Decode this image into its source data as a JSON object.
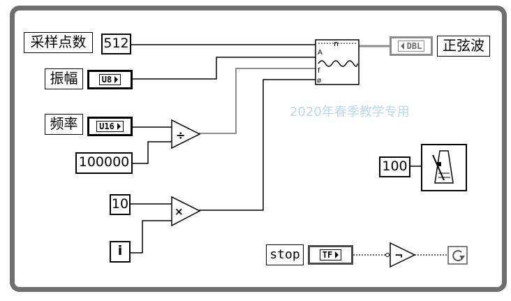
{
  "labels": {
    "samples": "采样点数",
    "amplitude": "振幅",
    "frequency": "频率",
    "sine_wave": "正弦波",
    "stop": "stop"
  },
  "constants": {
    "samples_value": "512",
    "freq_divisor": "100000",
    "multiplier": "10",
    "wait_ms": "100"
  },
  "terminals": {
    "amplitude_type": "U8",
    "frequency_type": "U16",
    "output_type": "DBL",
    "stop_type": "TF"
  },
  "loop": {
    "iteration": "i"
  },
  "sine_vi": {
    "n_label": "n",
    "a_label": "A",
    "f_label": "f",
    "phase_label": "ø"
  },
  "operators": {
    "divide_symbol": "÷",
    "multiply_symbol": "×",
    "not_symbol": "¬"
  },
  "watermark": "2020年春季教学专用",
  "colors": {
    "wire": "#000000",
    "dbl_wire": "#8c8c8c",
    "bool_wire": "#000000",
    "frame": "#6f6f6f",
    "watermark": "#b8d9ef"
  }
}
